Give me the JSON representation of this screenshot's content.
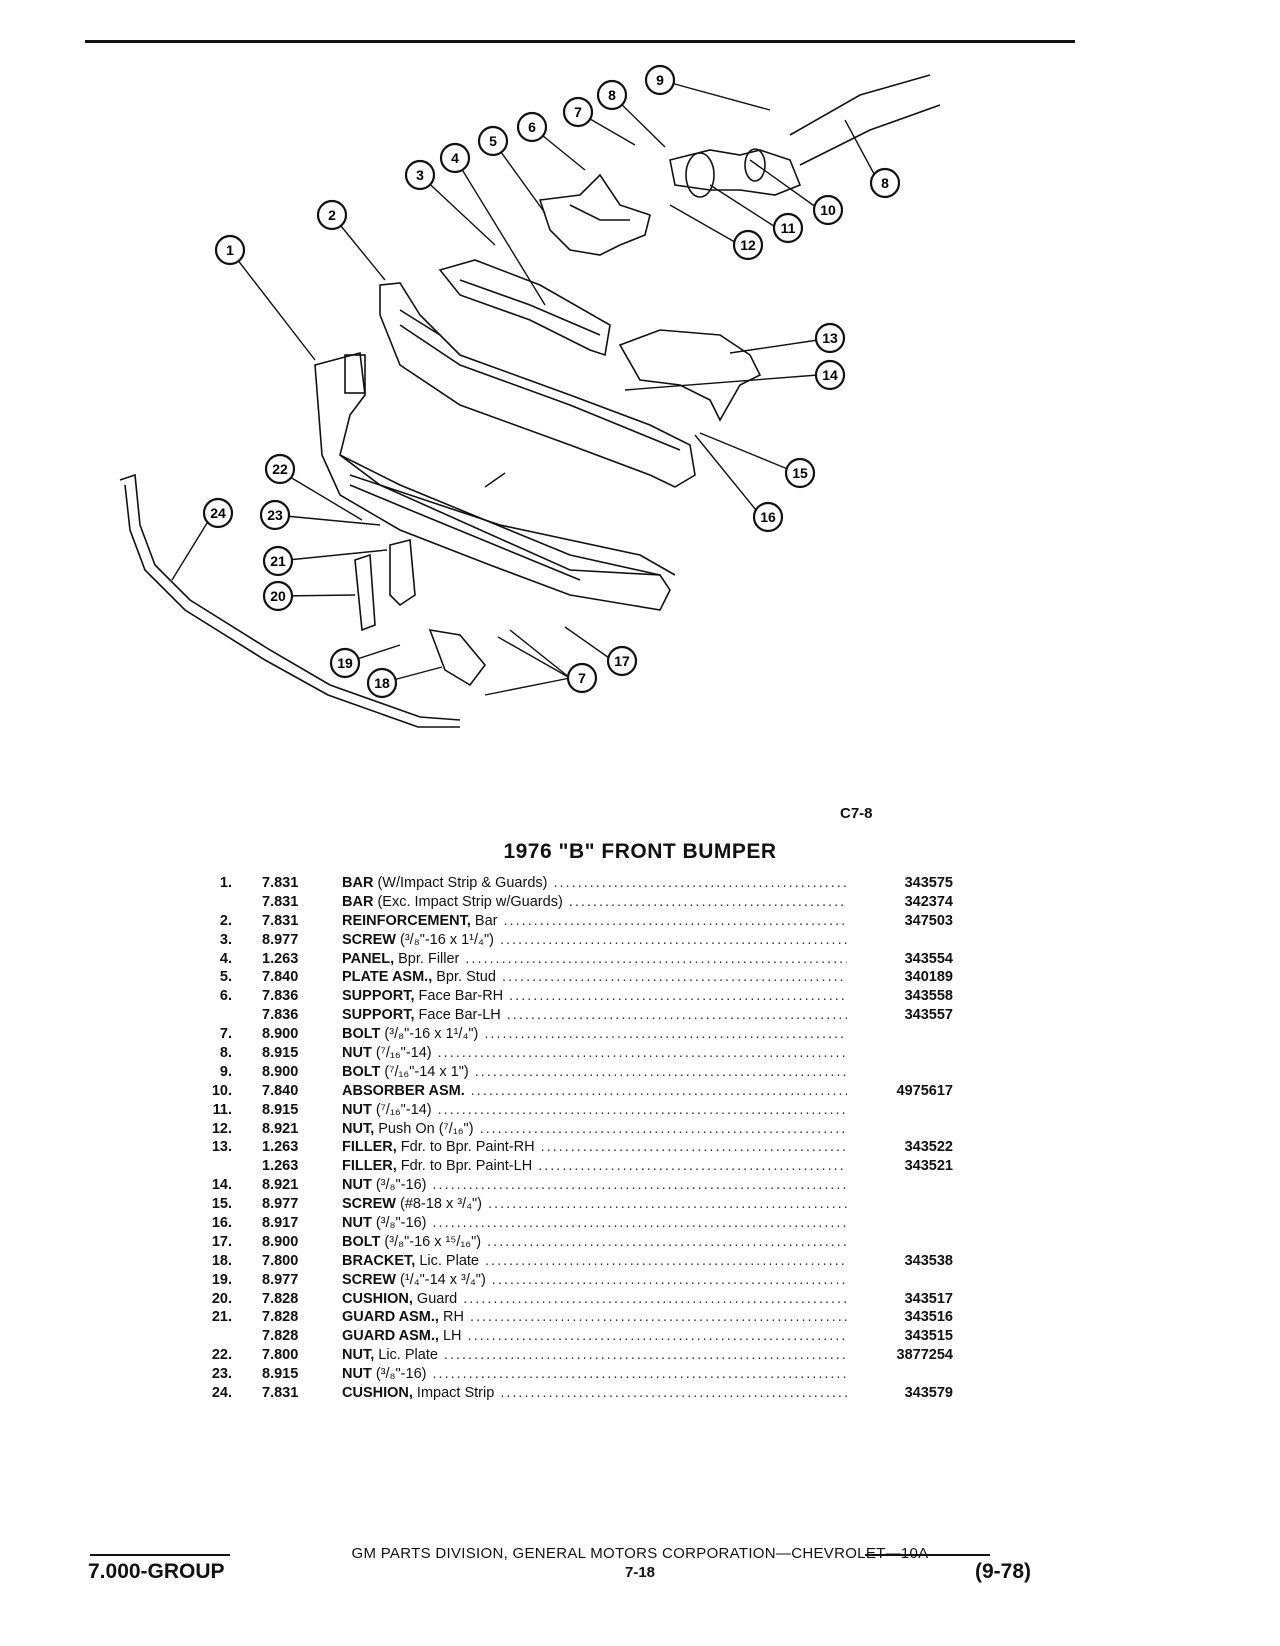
{
  "diagram": {
    "figure_code": "C7-8",
    "callouts": [
      "1",
      "2",
      "3",
      "4",
      "5",
      "6",
      "7",
      "8",
      "9",
      "10",
      "11",
      "12",
      "13",
      "14",
      "15",
      "16",
      "17",
      "18",
      "19",
      "20",
      "21",
      "22",
      "23",
      "24"
    ]
  },
  "catalog": {
    "title": "1976 \"B\" FRONT BUMPER",
    "parts": [
      {
        "num": "1.",
        "group": "7.831",
        "name": "BAR",
        "detail": " (W/Impact Strip & Guards)",
        "part_no": "343575"
      },
      {
        "num": "",
        "group": "7.831",
        "name": "BAR",
        "detail": " (Exc. Impact Strip w/Guards)",
        "part_no": "342374"
      },
      {
        "num": "2.",
        "group": "7.831",
        "name": "REINFORCEMENT,",
        "detail": " Bar",
        "part_no": "347503"
      },
      {
        "num": "3.",
        "group": "8.977",
        "name": "SCREW",
        "detail": " (³/₈\"-16 x 1¹/₄\")",
        "part_no": ""
      },
      {
        "num": "4.",
        "group": "1.263",
        "name": "PANEL,",
        "detail": " Bpr. Filler",
        "part_no": "343554"
      },
      {
        "num": "5.",
        "group": "7.840",
        "name": "PLATE ASM.,",
        "detail": " Bpr. Stud",
        "part_no": "340189"
      },
      {
        "num": "6.",
        "group": "7.836",
        "name": "SUPPORT,",
        "detail": " Face Bar-RH",
        "part_no": "343558"
      },
      {
        "num": "",
        "group": "7.836",
        "name": "SUPPORT,",
        "detail": " Face Bar-LH",
        "part_no": "343557"
      },
      {
        "num": "7.",
        "group": "8.900",
        "name": "BOLT",
        "detail": " (³/₈\"-16 x 1¹/₄\")",
        "part_no": ""
      },
      {
        "num": "8.",
        "group": "8.915",
        "name": "NUT",
        "detail": " (⁷/₁₆\"-14)",
        "part_no": ""
      },
      {
        "num": "9.",
        "group": "8.900",
        "name": "BOLT",
        "detail": " (⁷/₁₆\"-14 x 1\")",
        "part_no": ""
      },
      {
        "num": "10.",
        "group": "7.840",
        "name": "ABSORBER ASM.",
        "detail": "",
        "part_no": "4975617"
      },
      {
        "num": "11.",
        "group": "8.915",
        "name": "NUT",
        "detail": " (⁷/₁₆\"-14)",
        "part_no": ""
      },
      {
        "num": "12.",
        "group": "8.921",
        "name": "NUT,",
        "detail": " Push On (⁷/₁₆\")",
        "part_no": ""
      },
      {
        "num": "13.",
        "group": "1.263",
        "name": "FILLER,",
        "detail": " Fdr. to Bpr. Paint-RH",
        "part_no": "343522"
      },
      {
        "num": "",
        "group": "1.263",
        "name": "FILLER,",
        "detail": " Fdr. to Bpr. Paint-LH",
        "part_no": "343521"
      },
      {
        "num": "14.",
        "group": "8.921",
        "name": "NUT",
        "detail": " (³/₈\"-16)",
        "part_no": ""
      },
      {
        "num": "15.",
        "group": "8.977",
        "name": "SCREW",
        "detail": " (#8-18 x ³/₄\")",
        "part_no": ""
      },
      {
        "num": "16.",
        "group": "8.917",
        "name": "NUT",
        "detail": " (³/₈\"-16)",
        "part_no": ""
      },
      {
        "num": "17.",
        "group": "8.900",
        "name": "BOLT",
        "detail": " (³/₈\"-16 x ¹⁵/₁₆\")",
        "part_no": ""
      },
      {
        "num": "18.",
        "group": "7.800",
        "name": "BRACKET,",
        "detail": " Lic. Plate",
        "part_no": "343538"
      },
      {
        "num": "19.",
        "group": "8.977",
        "name": "SCREW",
        "detail": " (¹/₄\"-14 x ³/₄\")",
        "part_no": ""
      },
      {
        "num": "20.",
        "group": "7.828",
        "name": "CUSHION,",
        "detail": " Guard",
        "part_no": "343517"
      },
      {
        "num": "21.",
        "group": "7.828",
        "name": "GUARD ASM.,",
        "detail": " RH",
        "part_no": "343516"
      },
      {
        "num": "",
        "group": "7.828",
        "name": "GUARD ASM.,",
        "detail": " LH",
        "part_no": "343515"
      },
      {
        "num": "22.",
        "group": "7.800",
        "name": "NUT,",
        "detail": " Lic. Plate",
        "part_no": "3877254"
      },
      {
        "num": "23.",
        "group": "8.915",
        "name": "NUT",
        "detail": " (³/₈\"-16)",
        "part_no": ""
      },
      {
        "num": "24.",
        "group": "7.831",
        "name": "CUSHION,",
        "detail": " Impact Strip",
        "part_no": "343579"
      }
    ]
  },
  "footer": {
    "division_line": "GM PARTS DIVISION, GENERAL MOTORS CORPORATION—CHEVROLET—10A",
    "group": "7.000-GROUP",
    "page": "7-18",
    "date": "(9-78)"
  }
}
